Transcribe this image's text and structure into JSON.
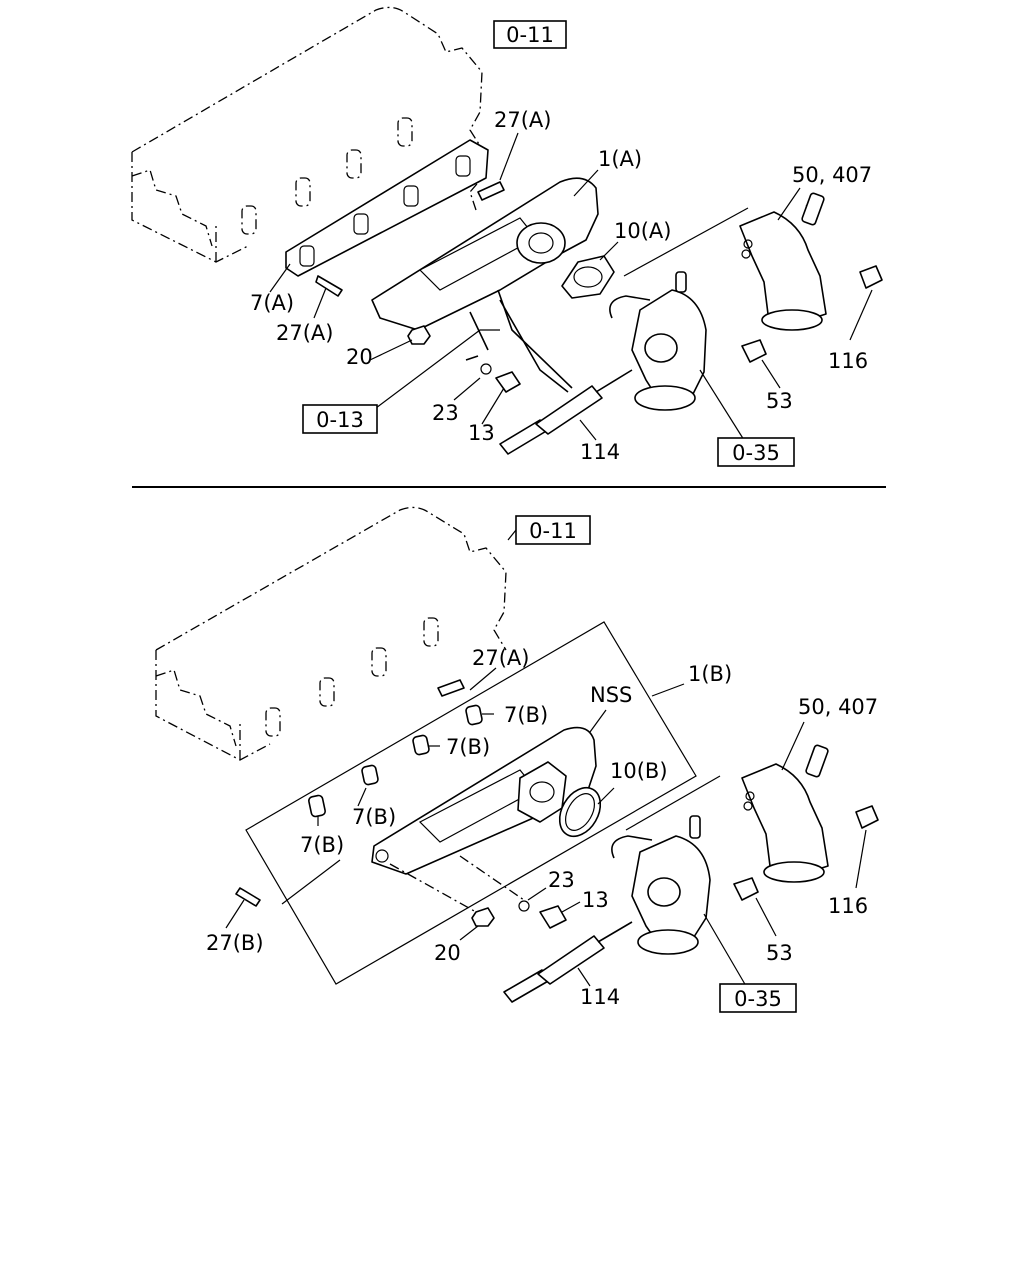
{
  "upper_view": {
    "refs": {
      "engine_head": "0-11",
      "bracket": "0-13",
      "turbo": "0-35"
    },
    "callouts": {
      "stud_top": "27(A)",
      "manifold": "1(A)",
      "gasket_main": "10(A)",
      "outlet_elbow": "50, 407",
      "gasket_head": "7(A)",
      "stud_lower": "27(A)",
      "nut": "20",
      "bolt_116": "116",
      "washer": "23",
      "bolt_53": "53",
      "bolt_13": "13",
      "pipe": "114"
    }
  },
  "lower_view": {
    "refs": {
      "engine_head": "0-11",
      "turbo": "0-35"
    },
    "callouts": {
      "stud_top": "27(A)",
      "manifold_kit": "1(B)",
      "nss": "NSS",
      "outlet_elbow": "50, 407",
      "gasket_1": "7(B)",
      "gasket_2": "7(B)",
      "gasket_3": "7(B)",
      "gasket_4": "7(B)",
      "gasket_main": "10(B)",
      "washer": "23",
      "bolt_13": "13",
      "stud_lower": "27(B)",
      "nut": "20",
      "bolt_116": "116",
      "bolt_53": "53",
      "pipe": "114"
    }
  }
}
